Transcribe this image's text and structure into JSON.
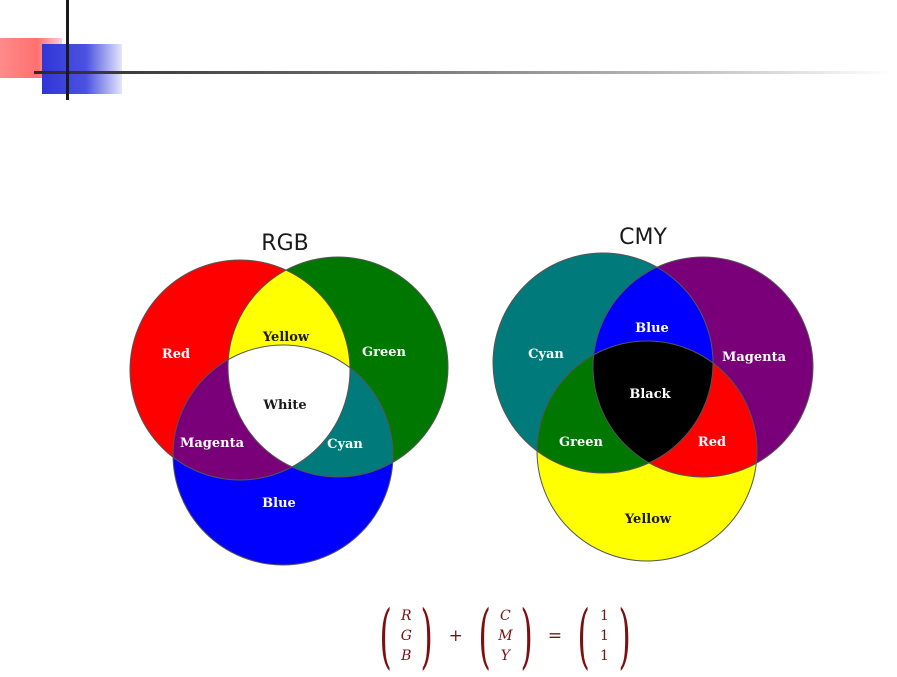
{
  "diagram": {
    "rgb": {
      "title": "RGB",
      "labels": {
        "red": "Red",
        "green": "Green",
        "blue": "Blue",
        "yellow": "Yellow",
        "magenta": "Magenta",
        "cyan": "Cyan",
        "white": "White"
      },
      "colors": {
        "red": "#ff0000",
        "green": "#007700",
        "blue": "#0000ff",
        "yellow": "#ffff00",
        "magenta": "#7a007a",
        "cyan": "#007a7a",
        "white": "#ffffff"
      }
    },
    "cmy": {
      "title": "CMY",
      "labels": {
        "cyan": "Cyan",
        "magenta": "Magenta",
        "yellow": "Yellow",
        "blue": "Blue",
        "green": "Green",
        "red": "Red",
        "black": "Black"
      },
      "colors": {
        "cyan": "#007a7a",
        "magenta": "#7a007a",
        "yellow": "#ffff00",
        "blue": "#0000ff",
        "green": "#007700",
        "red": "#ff0000",
        "black": "#000000"
      }
    }
  },
  "equation": {
    "left": [
      "R",
      "G",
      "B"
    ],
    "plus": "+",
    "middle": [
      "C",
      "M",
      "Y"
    ],
    "equals": "=",
    "right": [
      "1",
      "1",
      "1"
    ]
  }
}
